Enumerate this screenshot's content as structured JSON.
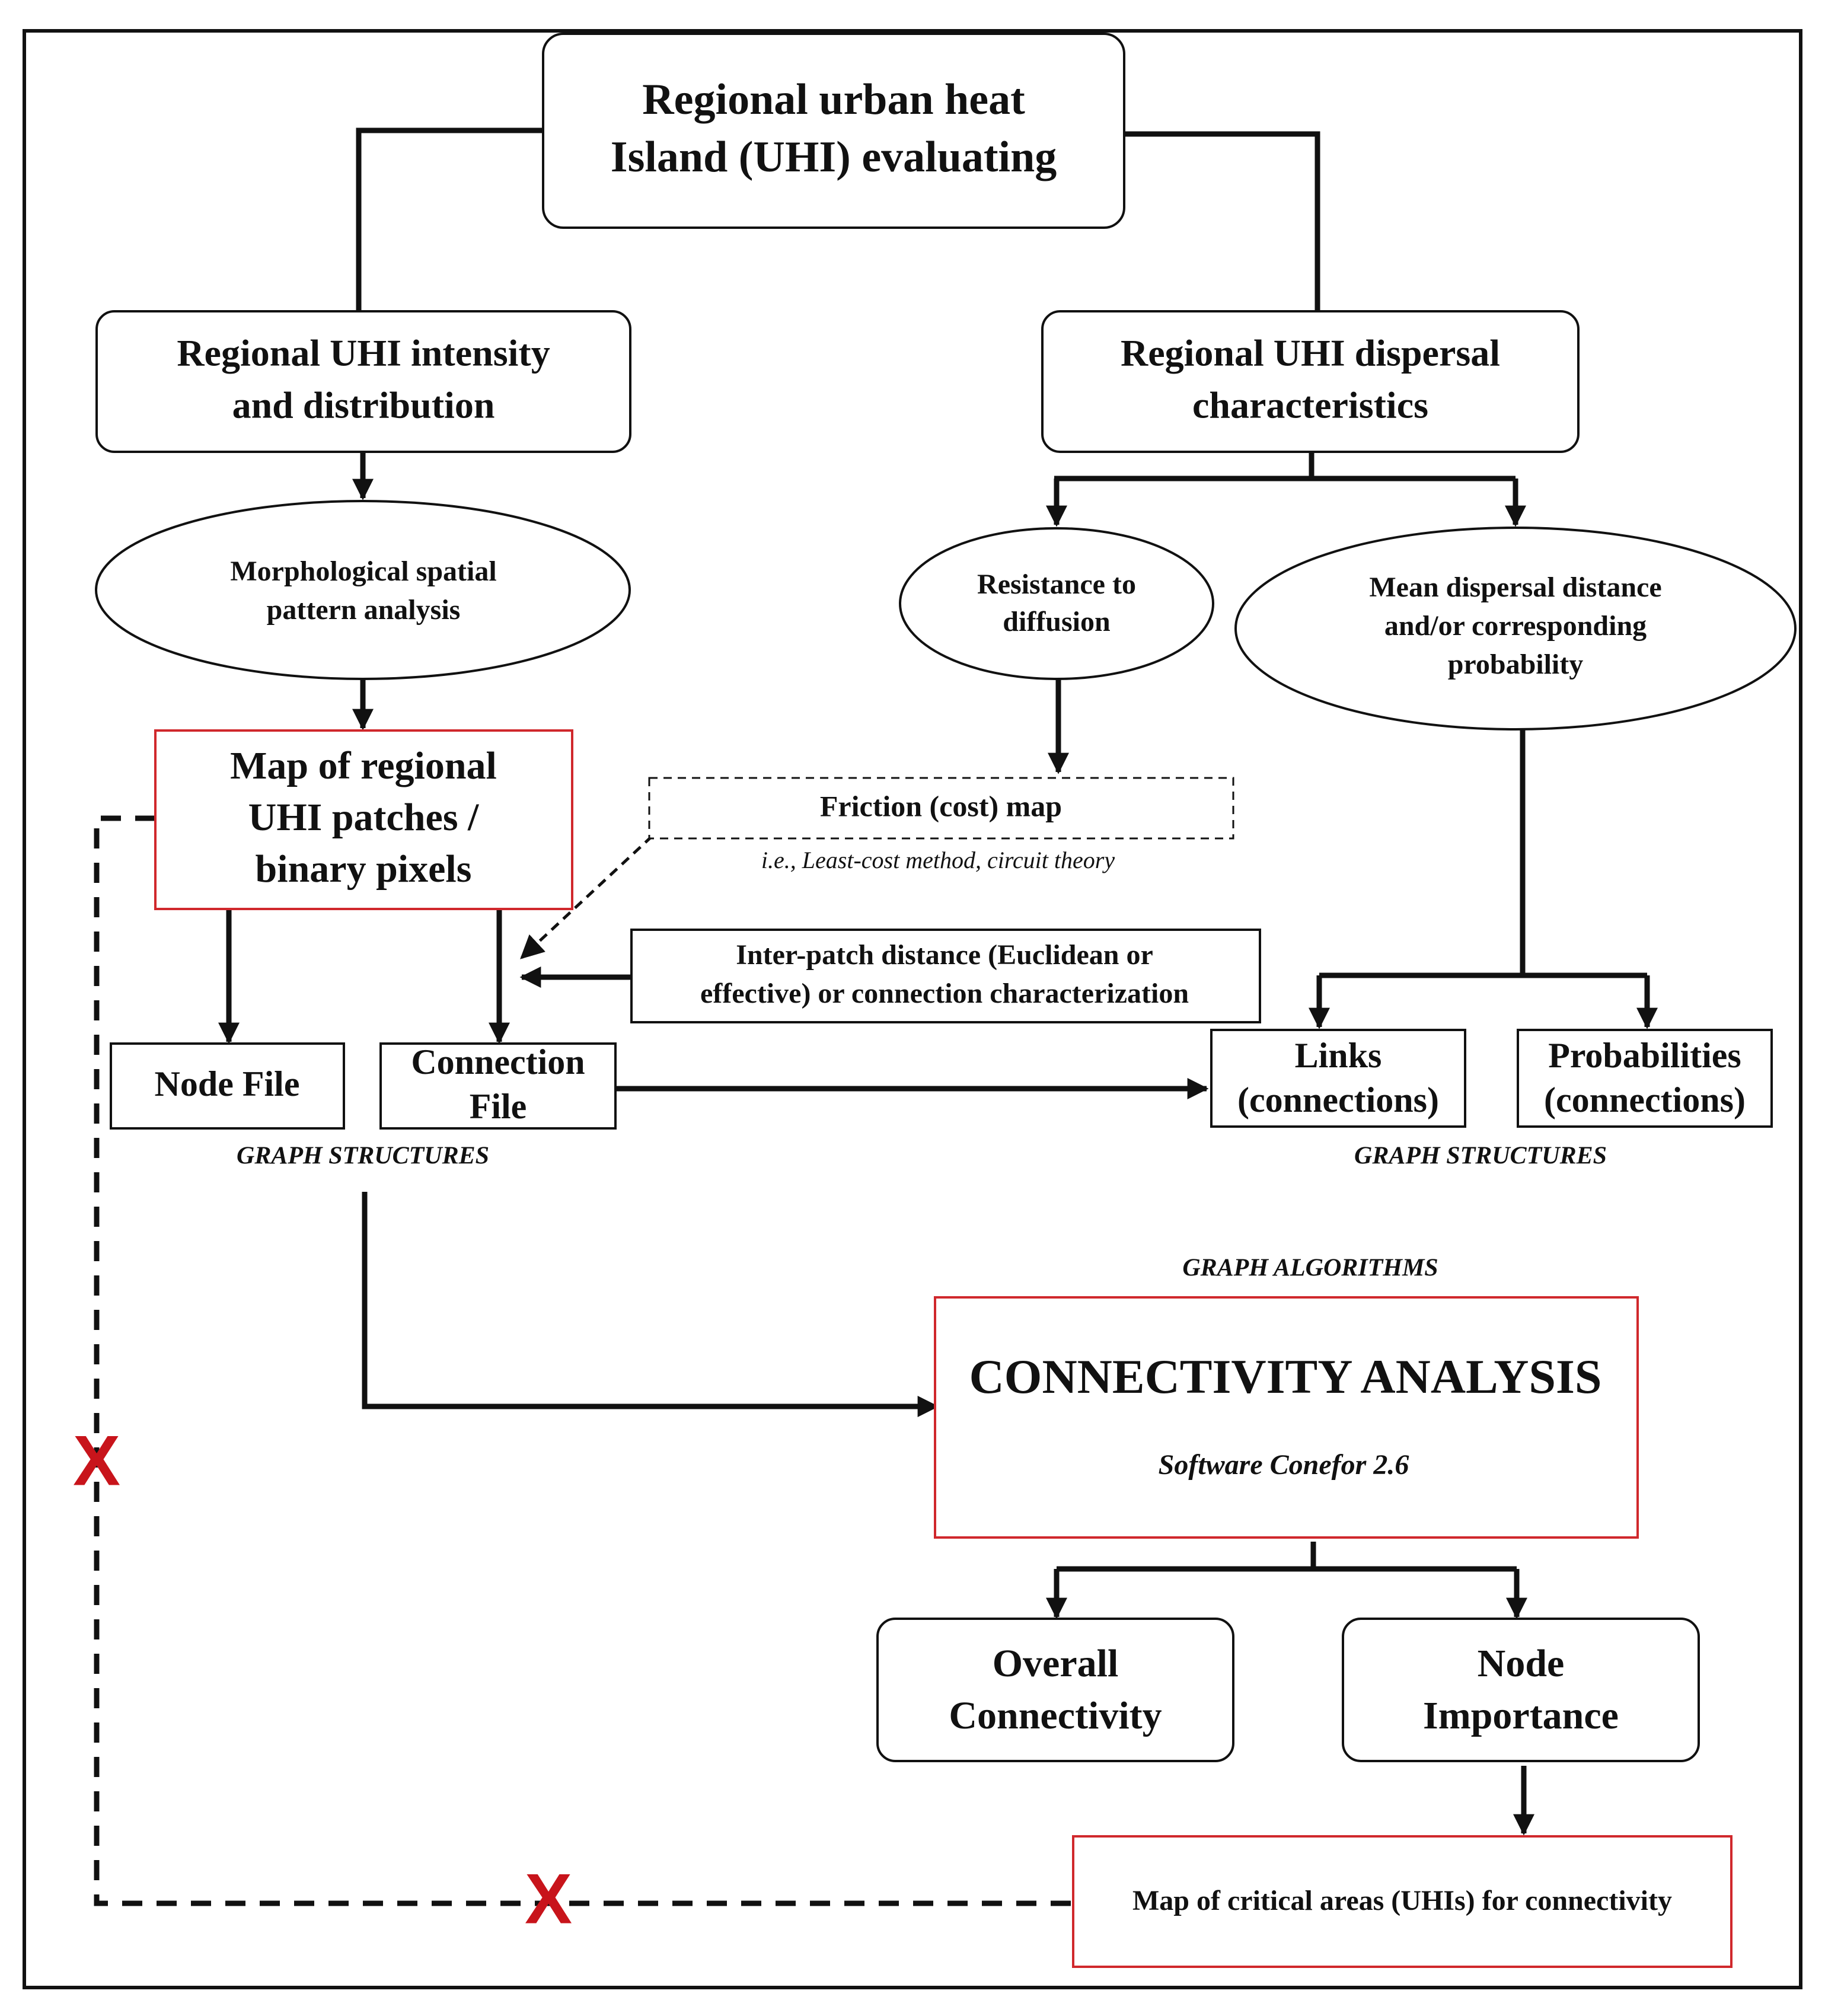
{
  "nodes": {
    "root": [
      "Regional urban heat",
      "Island (UHI) evaluating"
    ],
    "intensity": [
      "Regional UHI intensity",
      "and distribution"
    ],
    "dispersal": [
      "Regional UHI dispersal",
      "characteristics"
    ],
    "morphological": [
      "Morphological spatial",
      "pattern analysis"
    ],
    "resistance": [
      "Resistance to",
      "diffusion"
    ],
    "mean_dispersal": [
      "Mean dispersal distance",
      "and/or corresponding",
      "probability"
    ],
    "map_patches": [
      "Map of regional",
      "UHI patches /",
      "binary pixels"
    ],
    "friction": "Friction (cost) map",
    "friction_note": "i.e., Least-cost method, circuit theory",
    "inter_patch": [
      "Inter-patch distance (Euclidean or",
      "effective) or connection characterization"
    ],
    "node_file": "Node File",
    "connection_file": [
      "Connection",
      "File"
    ],
    "links": [
      "Links",
      "(connections)"
    ],
    "probabilities": [
      "Probabilities",
      "(connections)"
    ],
    "graph_structures_left": "GRAPH STRUCTURES",
    "graph_structures_right": "GRAPH STRUCTURES",
    "graph_algorithms": "GRAPH ALGORITHMS",
    "connectivity_title": "CONNECTIVITY ANALYSIS",
    "connectivity_software": "Software Conefor 2.6",
    "overall": [
      "Overall",
      "Connectivity"
    ],
    "node_importance": [
      "Node",
      "Importance"
    ],
    "critical_map": "Map of critical areas (UHIs) for connectivity"
  },
  "markers": [
    "X",
    "X"
  ],
  "colors": {
    "stroke": "#111111",
    "highlight_border": "#d0282c",
    "cross_mark": "#c8141b"
  }
}
